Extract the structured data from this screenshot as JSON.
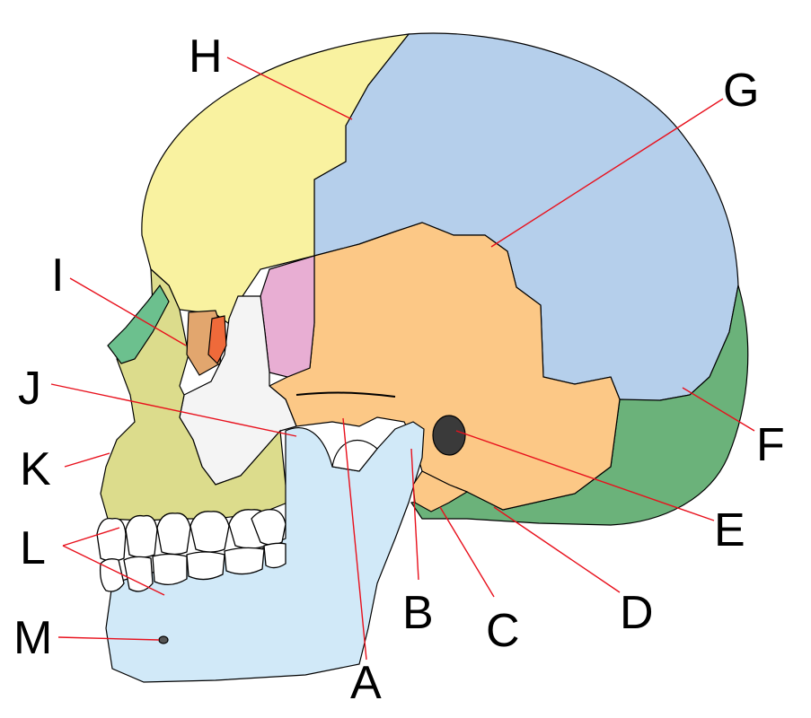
{
  "diagram": {
    "colors": {
      "parietal": "#b5cfeb",
      "frontal": "#f9f2a0",
      "temporal": "#fcc886",
      "occipital": "#6bb27a",
      "sphenoid": "#e8aed3",
      "zygomatic": "#f4f4f4",
      "maxilla": "#dcdc8c",
      "mandible": "#d1e9f8",
      "nasal": "#6cc08e",
      "lacrimal": "#e2a66e",
      "ethmoid": "#ef6a3a",
      "teeth": "#ffffff",
      "leader_line": "#e8101c",
      "outline": "#000000"
    },
    "labels": [
      "A",
      "B",
      "C",
      "D",
      "E",
      "F",
      "G",
      "H",
      "I",
      "J",
      "K",
      "L",
      "M"
    ]
  }
}
